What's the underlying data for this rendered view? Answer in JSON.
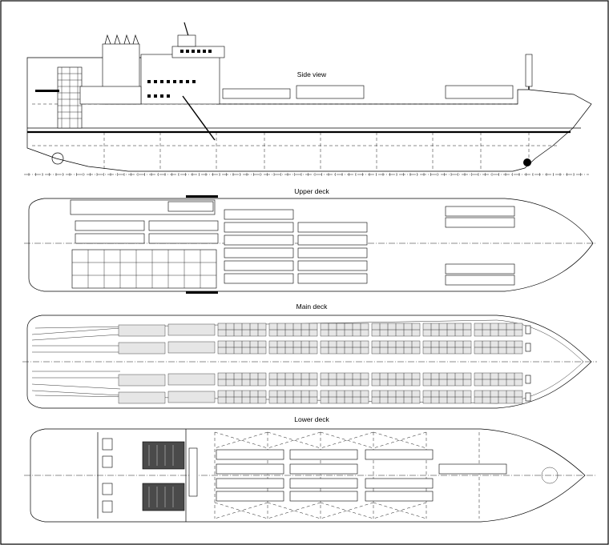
{
  "drawing": {
    "views": [
      {
        "id": "side",
        "title": "Side view"
      },
      {
        "id": "upper",
        "title": "Upper deck"
      },
      {
        "id": "main",
        "title": "Main deck"
      },
      {
        "id": "lower",
        "title": "Lower deck"
      }
    ]
  }
}
